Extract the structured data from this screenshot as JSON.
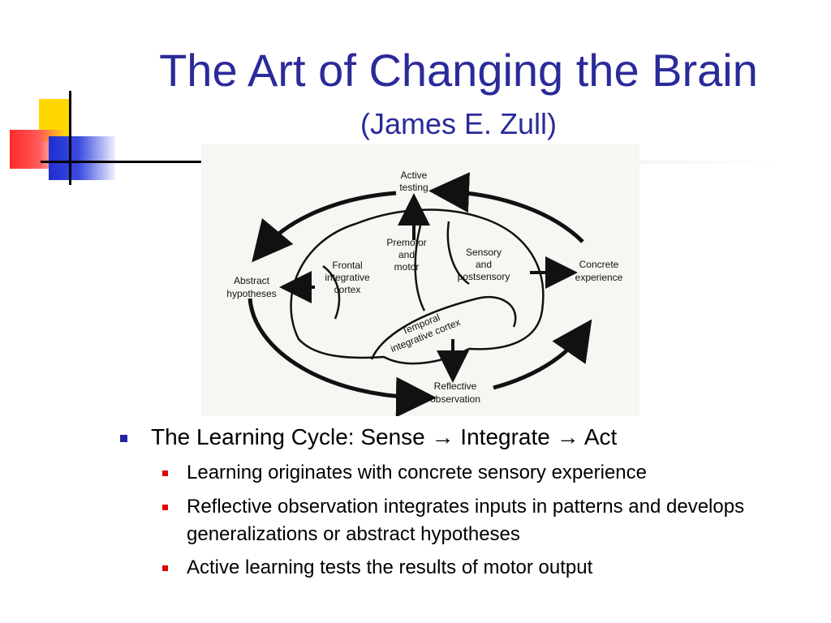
{
  "slide": {
    "title": "The Art of Changing the Brain",
    "subtitle": "(James E. Zull)"
  },
  "figure": {
    "labels": {
      "active_testing_1": "Active",
      "active_testing_2": "testing",
      "abstract_hypotheses_1": "Abstract",
      "abstract_hypotheses_2": "hypotheses",
      "concrete_experience_1": "Concrete",
      "concrete_experience_2": "experience",
      "reflective_observation_1": "Reflective",
      "reflective_observation_2": "observation",
      "premotor_1": "Premotor",
      "premotor_2": "and",
      "premotor_3": "motor",
      "frontal_1": "Frontal",
      "frontal_2": "integrative",
      "frontal_3": "cortex",
      "sensory_1": "Sensory",
      "sensory_2": "and",
      "sensory_3": "postsensory",
      "temporal_1": "Temporal",
      "temporal_2": "integrative cortex"
    }
  },
  "bullets": {
    "main": "The Learning Cycle: Sense → Integrate →  Act",
    "sub": [
      "Learning originates with concrete sensory experience",
      "Reflective observation integrates inputs in patterns and develops generalizations or abstract hypotheses",
      "Active learning tests the results of motor output"
    ]
  },
  "colors": {
    "title": "#2a2a9a",
    "main_bullet": "#2323a0",
    "sub_bullet": "#e00000"
  }
}
